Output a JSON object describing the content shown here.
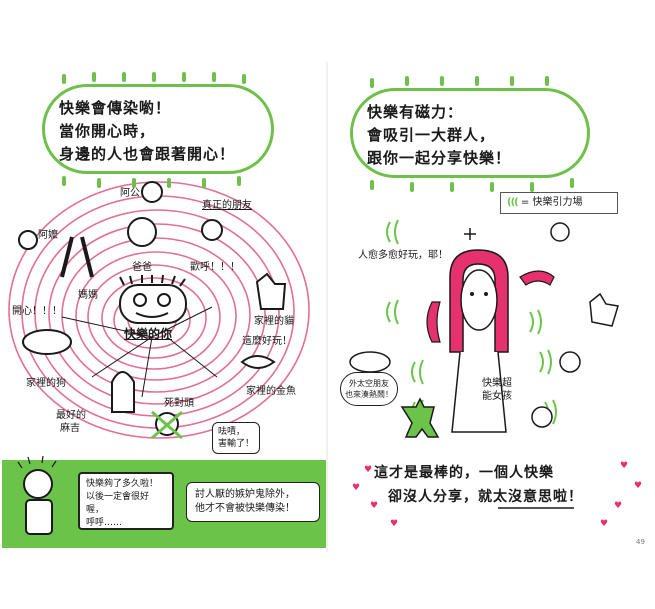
{
  "left_page": {
    "bubble_lines": [
      "快樂會傳染喲！",
      "當你開心時，",
      "身邊的人也會跟著開心！"
    ],
    "labels": {
      "a_gong": "阿公",
      "true_friend": "真正的朋友",
      "a_ma": "阿嬤",
      "dad": "爸爸",
      "cheer": "歡呼！！！",
      "mom": "媽媽",
      "happy": "開心！！！",
      "home_cat": "家裡的貓",
      "happy_you": "快樂的你",
      "cat_speech": "這麼好玩！",
      "home_dog": "家裡的狗",
      "home_goldfish": "家裡的金魚",
      "rival": "死對頭",
      "best_friend_1": "最好的",
      "best_friend_2": "麻吉",
      "tsk": "呿嘖，",
      "lost": "害輸了！"
    },
    "speech_lines": [
      "快樂夠了多久啦！",
      "以後一定會很好喔，",
      "呼呼……"
    ],
    "note_lines": [
      "討人厭的嫉妒鬼除外，",
      "他才不會被快樂傳染！"
    ]
  },
  "right_page": {
    "bubble_lines": [
      "快樂有磁力：",
      "會吸引一大群人，",
      "跟你一起分享快樂！"
    ],
    "legend_text": "= 快樂引力場",
    "labels": {
      "crowd": "人愈多愈好玩，耶！",
      "girl_1": "快樂超",
      "girl_2": "能女孩",
      "alien_1": "外太空朋友",
      "alien_2": "也來湊熱鬧！"
    },
    "bottom_lines": [
      "這才是最棒的，一個人快樂",
      "卻沒人分享，就太沒意思啦！"
    ],
    "page_number": "49"
  },
  "colors": {
    "green": "#6cc34a",
    "pink": "#e5316e",
    "spiral": "#e16f98",
    "ink": "#1a1a1a"
  }
}
